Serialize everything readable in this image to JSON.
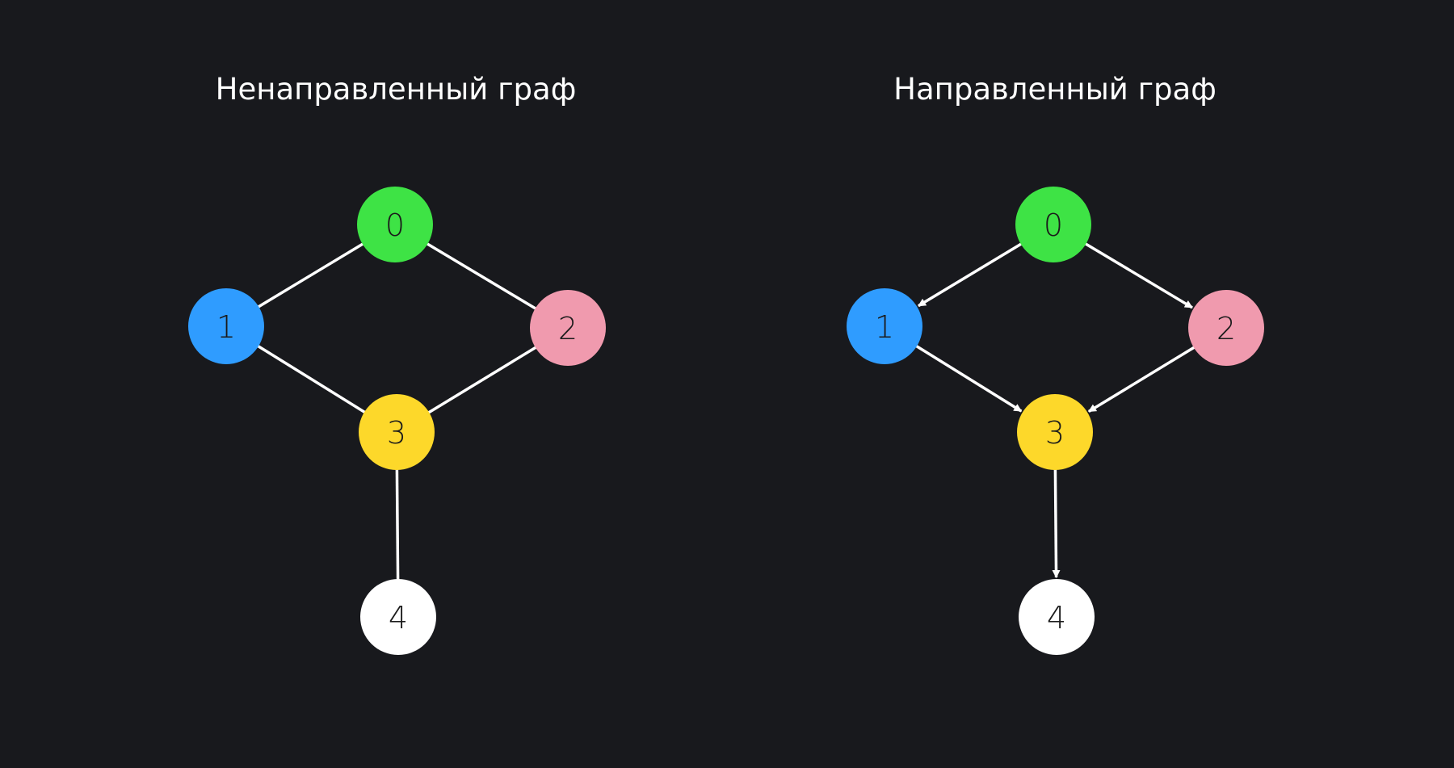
{
  "colors": {
    "background": "#18191d",
    "edge": "#ffffff",
    "node_0": "#3ee345",
    "node_1": "#2f9cff",
    "node_2": "#f09aae",
    "node_3": "#fdd82a",
    "node_4": "#ffffff"
  },
  "undirected": {
    "title": "Ненаправленный граф",
    "nodes": [
      {
        "id": 0,
        "label": "0",
        "color": "#3ee345"
      },
      {
        "id": 1,
        "label": "1",
        "color": "#2f9cff"
      },
      {
        "id": 2,
        "label": "2",
        "color": "#f09aae"
      },
      {
        "id": 3,
        "label": "3",
        "color": "#fdd82a"
      },
      {
        "id": 4,
        "label": "4",
        "color": "#ffffff"
      }
    ],
    "edges": [
      {
        "from": 0,
        "to": 1
      },
      {
        "from": 0,
        "to": 2
      },
      {
        "from": 1,
        "to": 3
      },
      {
        "from": 2,
        "to": 3
      },
      {
        "from": 3,
        "to": 4
      }
    ]
  },
  "directed": {
    "title": "Направленный граф",
    "nodes": [
      {
        "id": 0,
        "label": "0",
        "color": "#3ee345"
      },
      {
        "id": 1,
        "label": "1",
        "color": "#2f9cff"
      },
      {
        "id": 2,
        "label": "2",
        "color": "#f09aae"
      },
      {
        "id": 3,
        "label": "3",
        "color": "#fdd82a"
      },
      {
        "id": 4,
        "label": "4",
        "color": "#ffffff"
      }
    ],
    "edges": [
      {
        "from": 0,
        "to": 1
      },
      {
        "from": 0,
        "to": 2
      },
      {
        "from": 1,
        "to": 3
      },
      {
        "from": 2,
        "to": 3
      },
      {
        "from": 3,
        "to": 4
      }
    ]
  }
}
